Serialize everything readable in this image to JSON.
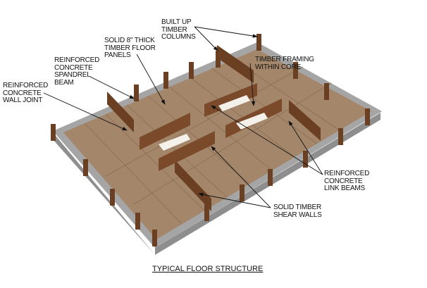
{
  "labels": {
    "columns": "BUILT UP\nTIMBER\nCOLUMNS",
    "floor_panels": "SOLID 8\" THICK\nTIMBER FLOOR\nPANELS",
    "spandrel": "REINFORCED\nCONCRETE\nSPANDREL\nBEAM",
    "wall_joint": "REINFORCED\nCONCRETE\nWALL JOINT",
    "core": "TIMBER FRAMING\nWITHIN CORE",
    "link_beams": "REINFORCED\nCONCRETE\nLINK BEAMS",
    "shear_walls": "SOLID TIMBER\nSHEAR WALLS"
  },
  "title": "TYPICAL FLOOR STRUCTURE",
  "colors": {
    "floor": "#a08266",
    "slab": "#9a9a9a",
    "timber": "#6b3f22",
    "timber_light": "#8a5634"
  }
}
